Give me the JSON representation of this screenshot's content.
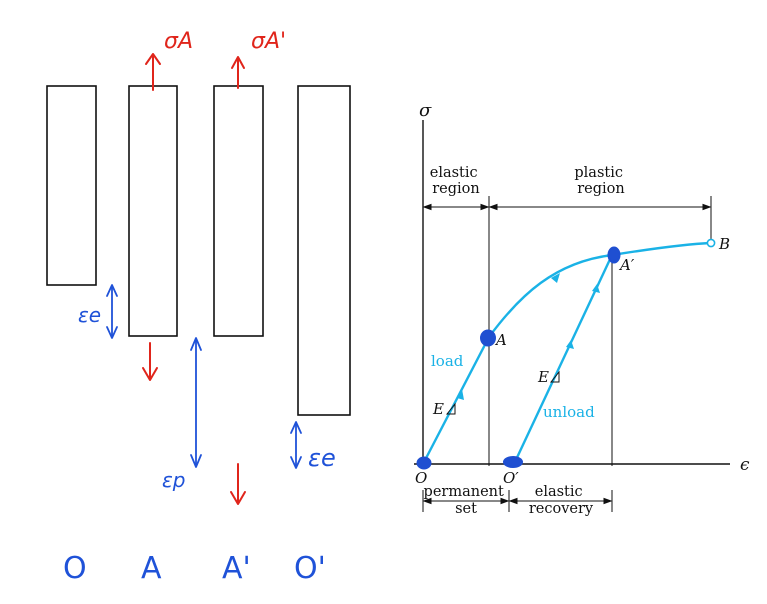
{
  "colors": {
    "ink": "#111111",
    "curve": "#1ab2e6",
    "handwriting_red": "#e0251b",
    "handwriting_blue": "#1f52d8",
    "marker": "#1f4fd1"
  },
  "left_sketch": {
    "stress_labels": [
      "σA",
      "σA'"
    ],
    "strain_labels": {
      "elastic_a": "εe",
      "plastic": "εp",
      "elastic_o_prime": "εe"
    },
    "bar_labels": [
      "O",
      "A",
      "A'",
      "O'"
    ]
  },
  "stress_strain_diagram": {
    "y_axis_label": "σ",
    "x_axis_label": "ϵ",
    "regions": {
      "elastic": [
        "elastic",
        "region"
      ],
      "plastic": [
        "plastic",
        "region"
      ]
    },
    "points": {
      "origin": "O",
      "a": "A",
      "a_prime": "A′",
      "b": "B",
      "o_prime": "O′"
    },
    "curve_labels": {
      "load": "load",
      "unload": "unload",
      "modulus": "E"
    },
    "bottom_labels": {
      "permanent": [
        "permanent",
        "set"
      ],
      "elastic": [
        "elastic",
        "recovery"
      ]
    }
  }
}
